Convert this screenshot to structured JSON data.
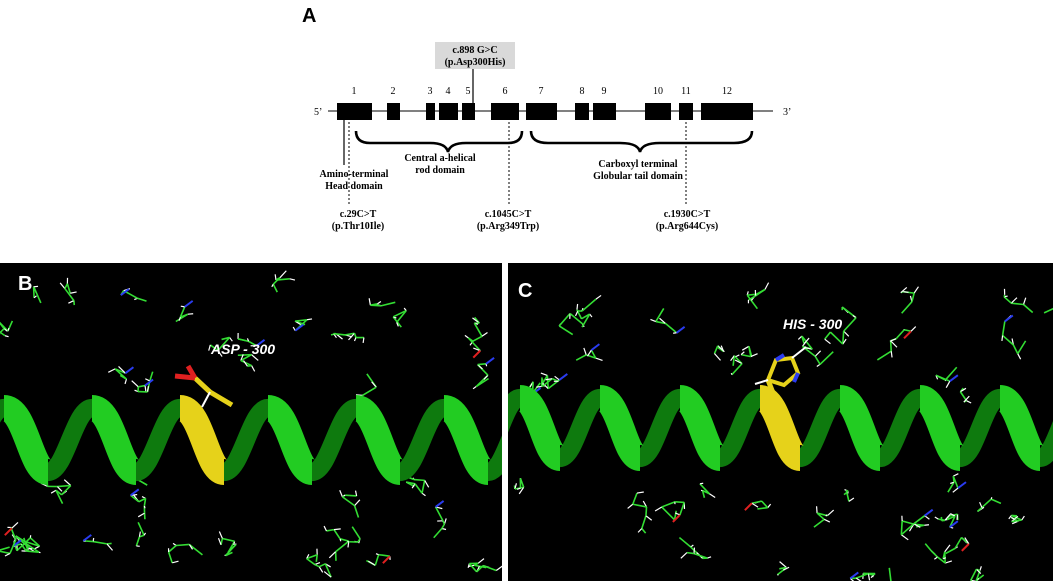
{
  "panels": {
    "a": "A",
    "b": "B",
    "c": "C"
  },
  "gene": {
    "five_prime": "5’",
    "three_prime": "3’",
    "exons": [
      "1",
      "2",
      "3",
      "4",
      "5",
      "6",
      "7",
      "8",
      "9",
      "10",
      "11",
      "12"
    ],
    "top_variant": {
      "line1": "c.898 G>C",
      "line2": "(p.Asp300His)"
    },
    "domains": {
      "head_line1": "Amino-terminal",
      "head_line2": "Head domain",
      "rod_line1": "Central a-helical",
      "rod_line2": "rod domain",
      "tail_line1": "Carboxyl terminal",
      "tail_line2": "Globular tail domain"
    },
    "variants": [
      {
        "c": "c.29C>T",
        "p": "(p.Thr10Ile)"
      },
      {
        "c": "c.1045C>T",
        "p": "(p.Arg349Trp)"
      },
      {
        "c": "c.1930C>T",
        "p": "(p.Arg644Cys)"
      }
    ]
  },
  "structures": {
    "left_label": "ASP - 300",
    "right_label": "HIS - 300"
  },
  "colors": {
    "helix": "#22cc22",
    "helix_dark": "#0e7a0e",
    "highlight": "#e6d21a",
    "sidechain": "#33dd33",
    "oxygen": "#e02020",
    "nitrogen": "#2a3cf0",
    "hydrogen": "#ffffff",
    "variant_box": "#d9d9d9"
  }
}
